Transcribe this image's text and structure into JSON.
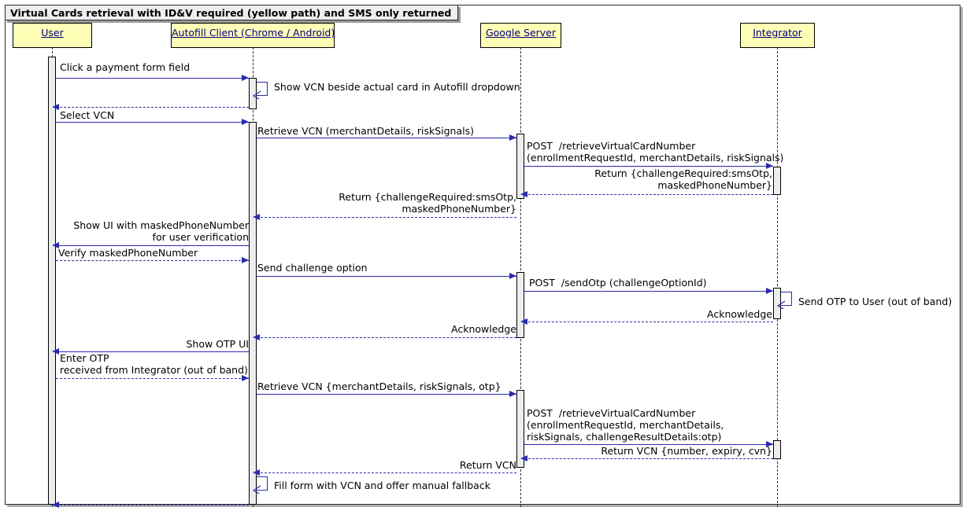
{
  "diagram": {
    "type": "uml-sequence-diagram",
    "title": "Virtual Cards retrieval with ID&V required (yellow path) and SMS only returned",
    "colors": {
      "participant_fill": "#FDFDB6",
      "participant_border": "#000000",
      "participant_text": "#000080",
      "arrow": "#2A2AAE",
      "activation_fill": "#EDEDED",
      "frame_title_fill": "#EEEEEE",
      "background": "#FFFFFF"
    }
  },
  "participants": [
    {
      "id": "user",
      "label": "User"
    },
    {
      "id": "autofill",
      "label": "Autofill Client (Chrome / Android)"
    },
    {
      "id": "google",
      "label": "Google Server"
    },
    {
      "id": "integrator",
      "label": "Integrator"
    }
  ],
  "messages": [
    {
      "index": 1,
      "from": "user",
      "to": "autofill",
      "label": "Click a payment form field",
      "style": "solid",
      "direction": "right"
    },
    {
      "index": 2,
      "from": "autofill",
      "to": "autofill",
      "label": "Show VCN beside actual card in Autofill dropdown",
      "style": "self",
      "direction": "self"
    },
    {
      "index": 3,
      "from": "autofill",
      "to": "user",
      "label": "",
      "style": "dashed",
      "direction": "left"
    },
    {
      "index": 4,
      "from": "user",
      "to": "autofill",
      "label": "Select VCN",
      "style": "solid",
      "direction": "right"
    },
    {
      "index": 5,
      "from": "autofill",
      "to": "google",
      "label": "Retrieve VCN (merchantDetails, riskSignals)",
      "style": "solid",
      "direction": "right"
    },
    {
      "index": 6,
      "from": "google",
      "to": "integrator",
      "label": "POST  /retrieveVirtualCardNumber\n(enrollmentRequestId, merchantDetails, riskSignals)",
      "style": "solid",
      "direction": "right"
    },
    {
      "index": 7,
      "from": "integrator",
      "to": "google",
      "label": "Return {challengeRequired:smsOtp,\nmaskedPhoneNumber}",
      "style": "dashed",
      "direction": "left"
    },
    {
      "index": 8,
      "from": "google",
      "to": "autofill",
      "label": "Return {challengeRequired:smsOtp,\nmaskedPhoneNumber}",
      "style": "dashed",
      "direction": "left"
    },
    {
      "index": 9,
      "from": "autofill",
      "to": "user",
      "label": "Show UI with maskedPhoneNumber\nfor user verification",
      "style": "solid",
      "direction": "left"
    },
    {
      "index": 10,
      "from": "user",
      "to": "autofill",
      "label": "Verify maskedPhoneNumber",
      "style": "dashed",
      "direction": "right"
    },
    {
      "index": 11,
      "from": "autofill",
      "to": "google",
      "label": "Send challenge option",
      "style": "solid",
      "direction": "right"
    },
    {
      "index": 12,
      "from": "google",
      "to": "integrator",
      "label": "POST  /sendOtp (challengeOptionId)",
      "style": "solid",
      "direction": "right"
    },
    {
      "index": 13,
      "from": "integrator",
      "to": "integrator",
      "label": "Send OTP to User (out of band)",
      "style": "self",
      "direction": "self"
    },
    {
      "index": 14,
      "from": "integrator",
      "to": "google",
      "label": "Acknowledge",
      "style": "dashed",
      "direction": "left"
    },
    {
      "index": 15,
      "from": "google",
      "to": "autofill",
      "label": "Acknowledge",
      "style": "dashed",
      "direction": "left"
    },
    {
      "index": 16,
      "from": "autofill",
      "to": "user",
      "label": "Show OTP UI",
      "style": "solid",
      "direction": "left"
    },
    {
      "index": 17,
      "from": "user",
      "to": "autofill",
      "label": "Enter OTP\nreceived from Integrator (out of band)",
      "style": "dashed",
      "direction": "right"
    },
    {
      "index": 18,
      "from": "autofill",
      "to": "google",
      "label": "Retrieve VCN {merchantDetails, riskSignals, otp}",
      "style": "solid",
      "direction": "right"
    },
    {
      "index": 19,
      "from": "google",
      "to": "integrator",
      "label": "POST  /retrieveVirtualCardNumber\n(enrollmentRequestId, merchantDetails,\nriskSignals, challengeResultDetails:otp)",
      "style": "solid",
      "direction": "right"
    },
    {
      "index": 20,
      "from": "integrator",
      "to": "google",
      "label": "Return VCN {number, expiry, cvn}",
      "style": "dashed",
      "direction": "left"
    },
    {
      "index": 21,
      "from": "google",
      "to": "autofill",
      "label": "Return VCN",
      "style": "dashed",
      "direction": "left"
    },
    {
      "index": 22,
      "from": "autofill",
      "to": "autofill",
      "label": "Fill form with VCN and offer manual fallback",
      "style": "self",
      "direction": "self"
    },
    {
      "index": 23,
      "from": "autofill",
      "to": "user",
      "label": "",
      "style": "dashed",
      "direction": "left"
    }
  ]
}
